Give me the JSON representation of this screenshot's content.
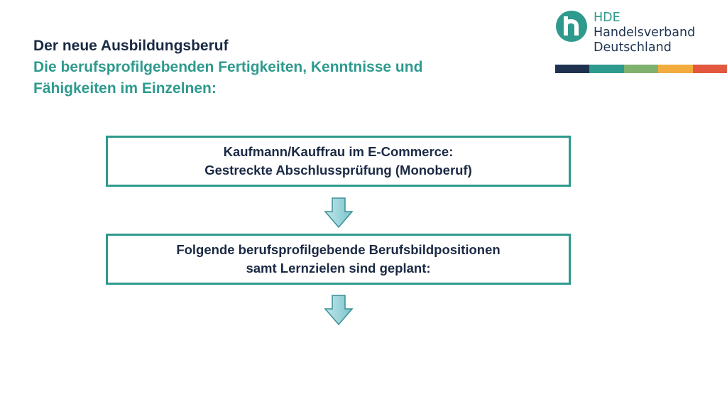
{
  "title": {
    "line1": "Der neue Ausbildungsberuf",
    "line2a": "Die berufsprofilgebenden Fertigkeiten, Kenntnisse und",
    "line2b": "Fähigkeiten im Einzelnen:"
  },
  "logo": {
    "line1": "HDE",
    "line2": "Handelsverband",
    "line3": "Deutschland",
    "icon": "hde-h-icon",
    "stripe_colors": [
      "#1f3350",
      "#2e9a8d",
      "#7fb26e",
      "#f2ac3e",
      "#e2573e"
    ]
  },
  "box1": {
    "line1": "Kaufmann/Kauffrau im E-Commerce:",
    "line2": "Gestreckte Abschlussprüfung (Monoberuf)"
  },
  "box2": {
    "line1": "Folgende berufsprofilgebende Berufsbildpositionen",
    "line2": "samt Lernzielen sind geplant:"
  },
  "colors": {
    "accent": "#2e9a8d",
    "title_dark": "#1b2a44",
    "arrow_fill": "#9fd6dd",
    "arrow_stroke": "#3a8f94"
  }
}
